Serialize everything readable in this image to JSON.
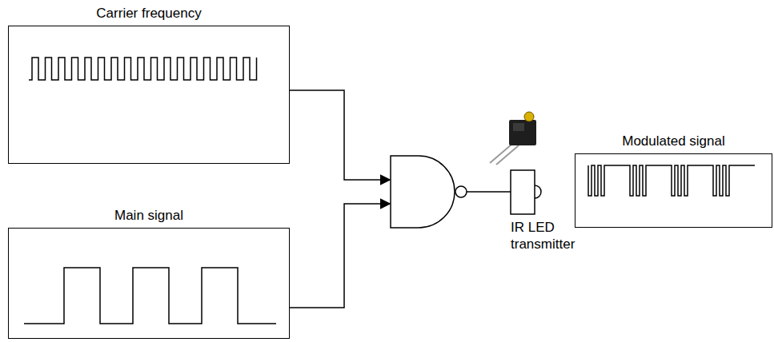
{
  "diagram": {
    "nodes": [
      {
        "text": [
          "Carrier frequency"
        ]
      },
      {
        "text": [
          "Main signal"
        ]
      },
      {
        "text": [
          "IR LED transmitter"
        ]
      },
      {
        "text": [
          "Modulated signal"
        ]
      }
    ]
  }
}
